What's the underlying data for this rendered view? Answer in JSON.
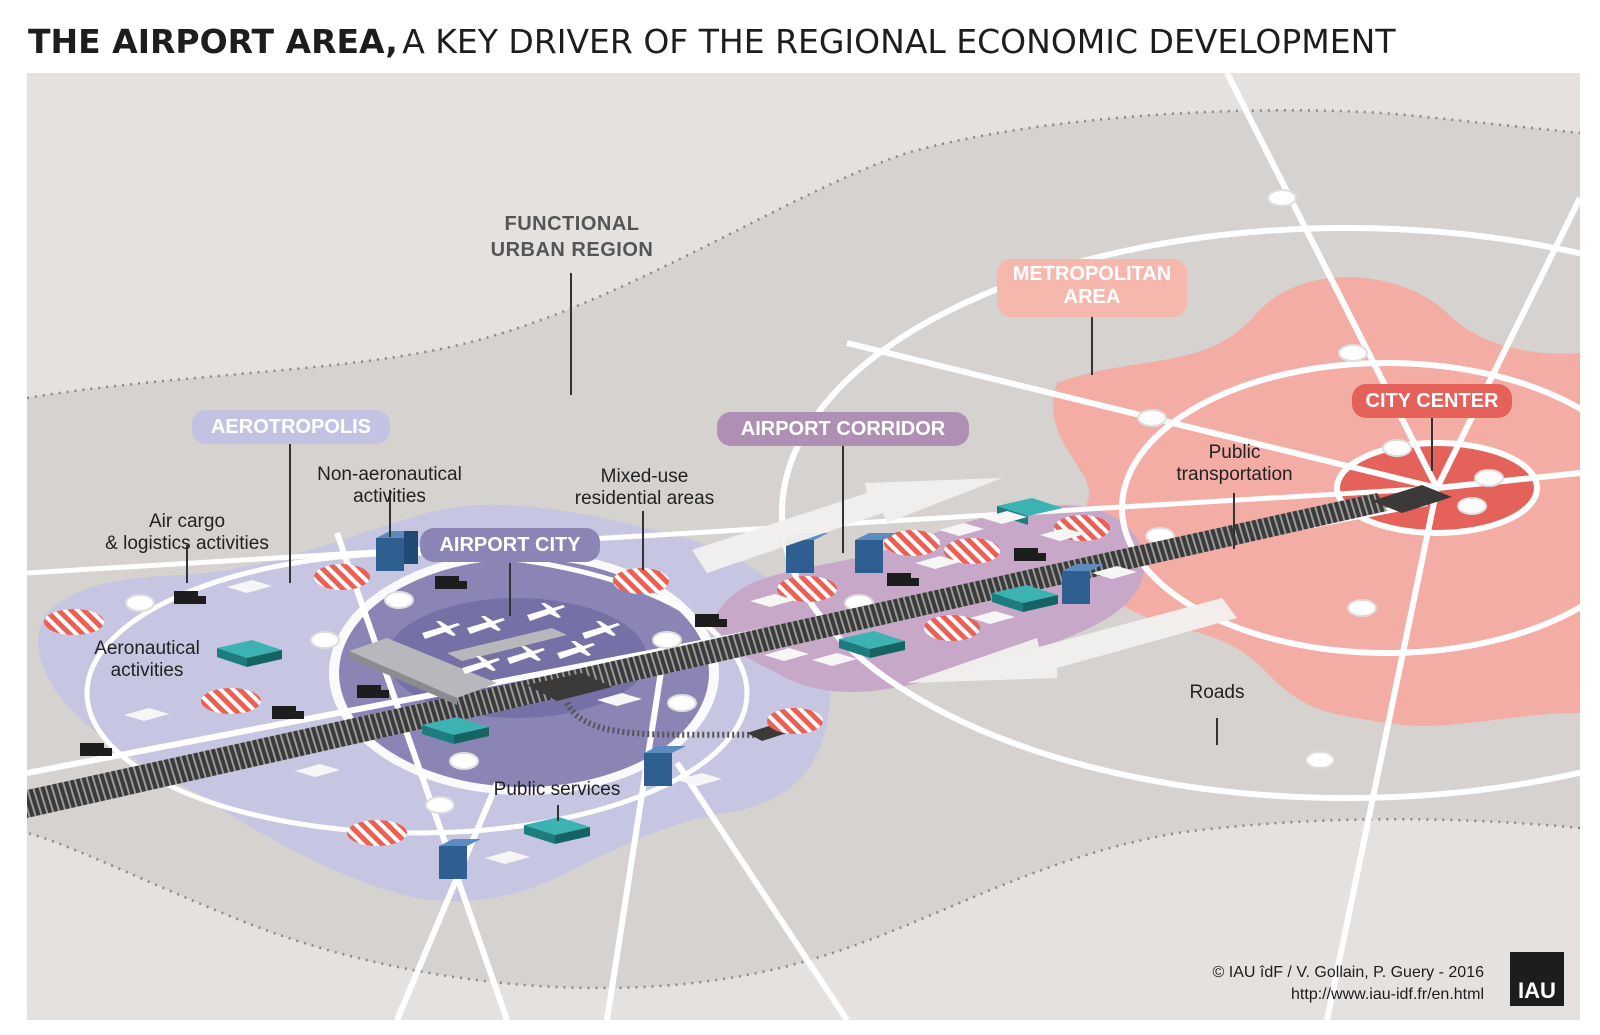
{
  "title": {
    "bold": "THE AIRPORT AREA,",
    "light": "A KEY DRIVER OF THE REGIONAL ECONOMIC DEVELOPMENT"
  },
  "zones": {
    "functional_urban_region_line1": "FUNCTIONAL",
    "functional_urban_region_line2": "URBAN REGION",
    "metropolitan_area_line1": "METROPOLITAN",
    "metropolitan_area_line2": "AREA",
    "aerotropolis": "AEROTROPOLIS",
    "airport_city": "AIRPORT CITY",
    "airport_corridor": "AIRPORT CORRIDOR",
    "city_center": "CITY CENTER"
  },
  "labels": {
    "air_cargo_line1": "Air cargo",
    "air_cargo_line2": "& logistics activities",
    "non_aero_line1": "Non-aeronautical",
    "non_aero_line2": "activities",
    "mixed_use_line1": "Mixed-use",
    "mixed_use_line2": "residential areas",
    "aeronautical_line1": "Aeronautical",
    "aeronautical_line2": "activities",
    "public_services": "Public services",
    "public_transport_line1": "Public",
    "public_transport_line2": "transportation",
    "roads": "Roads"
  },
  "credit": {
    "line1": "© IAU îdF / V. Gollain, P. Guery - 2016",
    "line2": "http://www.iau-idf.fr/en.html"
  },
  "logo": "IAU",
  "colors": {
    "background": "#e4e1df",
    "outer_region": "#d6d3d0",
    "aerotropolis": "#c6c5e2",
    "airport_city": "#8a85b5",
    "corridor": "#c4a6c4",
    "metropolitan": "#f2aba2",
    "city_center": "#e4625a",
    "building_blue": "#2f5f91",
    "building_teal": "#1d8e8f"
  }
}
